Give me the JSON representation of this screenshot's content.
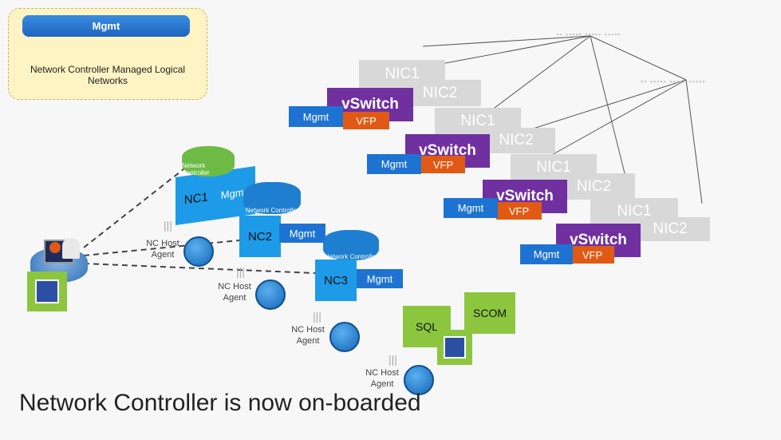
{
  "legend": {
    "pipe_label": "Mgmt",
    "text": "Network Controller Managed Logical Networks"
  },
  "hosts": [
    {
      "nic1": "NIC1",
      "nic2": "NIC2",
      "vswitch": "vSwitch",
      "vfp": "VFP",
      "mgmt": "Mgmt"
    },
    {
      "nic1": "NIC1",
      "nic2": "NIC2",
      "vswitch": "vSwitch",
      "vfp": "VFP",
      "mgmt": "Mgmt"
    },
    {
      "nic1": "NIC1",
      "nic2": "NIC2",
      "vswitch": "vSwitch",
      "vfp": "VFP",
      "mgmt": "Mgmt"
    },
    {
      "nic1": "NIC1",
      "nic2": "NIC2",
      "vswitch": "vSwitch",
      "vfp": "VFP",
      "mgmt": "Mgmt"
    }
  ],
  "controllers": {
    "nc1": {
      "label": "NC1",
      "mgmt": "Mgmt",
      "badge": "Network Controller"
    },
    "nc2": {
      "label": "NC2",
      "mgmt": "Mgmt",
      "badge": "Network Controller"
    },
    "nc3": {
      "label": "NC3",
      "mgmt": "Mgmt",
      "badge": "Network Controller"
    }
  },
  "host_agent": "NC Host Agent",
  "services": {
    "sql": "SQL",
    "scom": "SCOM"
  },
  "title": "Network Controller is now on-boarded",
  "colors": {
    "nic": "#d8d8d8",
    "vswitch": "#7030a0",
    "vfp": "#e05a14",
    "mgmt": "#1e73d2",
    "nc": "#1e9be8",
    "service": "#8cc63f"
  }
}
